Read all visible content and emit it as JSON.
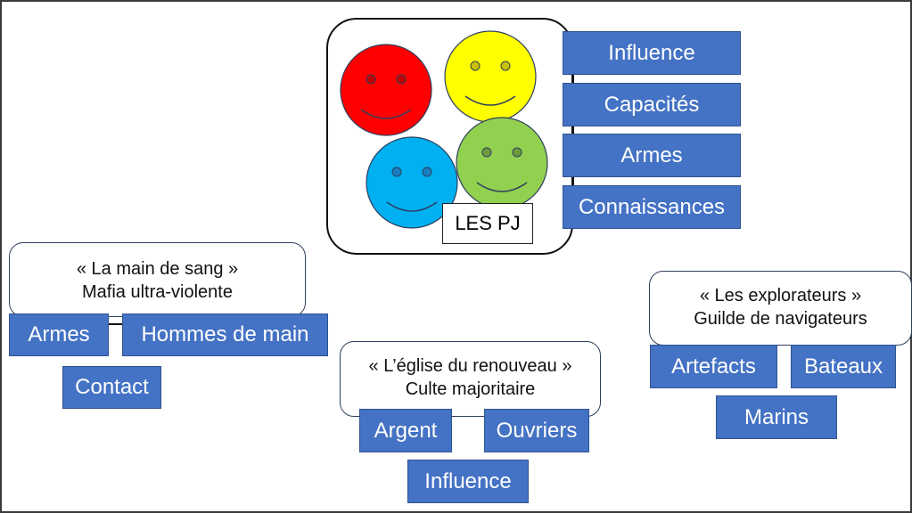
{
  "players": {
    "label": "LES PJ",
    "faces": [
      {
        "name": "red-smiley",
        "color": "#ff0000",
        "eye_color": "#c00000"
      },
      {
        "name": "yellow-smiley",
        "color": "#ffff00",
        "eye_color": "#c9c100"
      },
      {
        "name": "blue-smiley",
        "color": "#00b0f0",
        "eye_color": "#1a7fc0"
      },
      {
        "name": "green-smiley",
        "color": "#92d050",
        "eye_color": "#6c9a3c"
      }
    ],
    "resources": [
      "Influence",
      "Capacités",
      "Armes",
      "Connaissances"
    ]
  },
  "factions": [
    {
      "name": "« La main de sang »",
      "description": "Mafia ultra-violente",
      "resources": [
        "Armes",
        "Hommes de main",
        "Contact"
      ]
    },
    {
      "name": "« L’église du renouveau »",
      "description": "Culte majoritaire",
      "resources": [
        "Argent",
        "Ouvriers",
        "Influence"
      ]
    },
    {
      "name": "« Les explorateurs »",
      "description": "Guilde de navigateurs",
      "resources": [
        "Artefacts",
        "Bateaux",
        "Marins"
      ]
    }
  ],
  "colors": {
    "tag_fill": "#4472c4",
    "tag_border": "#2f528f",
    "outline": "#2f3f5f"
  }
}
